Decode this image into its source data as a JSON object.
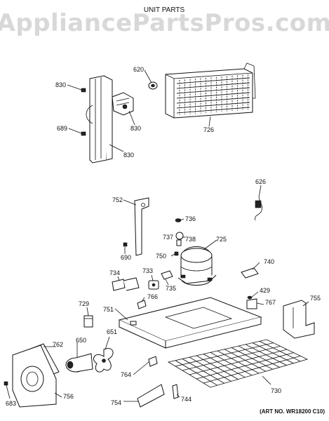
{
  "watermark": "AppliancePartsPros.com",
  "diagram": {
    "title": "UNIT PARTS",
    "art_no": "(ART NO. WR18200 C10)",
    "labels": [
      {
        "id": "830a",
        "text": "830"
      },
      {
        "id": "620",
        "text": "620"
      },
      {
        "id": "689",
        "text": "689"
      },
      {
        "id": "830b",
        "text": "830"
      },
      {
        "id": "830c",
        "text": "830"
      },
      {
        "id": "726",
        "text": "726"
      },
      {
        "id": "626",
        "text": "626"
      },
      {
        "id": "752",
        "text": "752"
      },
      {
        "id": "736",
        "text": "736"
      },
      {
        "id": "737",
        "text": "737"
      },
      {
        "id": "738",
        "text": "738"
      },
      {
        "id": "725",
        "text": "725"
      },
      {
        "id": "690",
        "text": "690"
      },
      {
        "id": "750",
        "text": "750"
      },
      {
        "id": "740",
        "text": "740"
      },
      {
        "id": "734",
        "text": "734"
      },
      {
        "id": "733",
        "text": "733"
      },
      {
        "id": "735",
        "text": "735"
      },
      {
        "id": "429",
        "text": "429"
      },
      {
        "id": "766",
        "text": "766"
      },
      {
        "id": "767",
        "text": "767"
      },
      {
        "id": "755",
        "text": "755"
      },
      {
        "id": "729",
        "text": "729"
      },
      {
        "id": "751",
        "text": "751"
      },
      {
        "id": "651",
        "text": "651"
      },
      {
        "id": "762",
        "text": "762"
      },
      {
        "id": "650",
        "text": "650"
      },
      {
        "id": "764",
        "text": "764"
      },
      {
        "id": "756",
        "text": "756"
      },
      {
        "id": "730",
        "text": "730"
      },
      {
        "id": "683",
        "text": "683"
      },
      {
        "id": "754",
        "text": "754"
      },
      {
        "id": "744",
        "text": "744"
      }
    ]
  }
}
